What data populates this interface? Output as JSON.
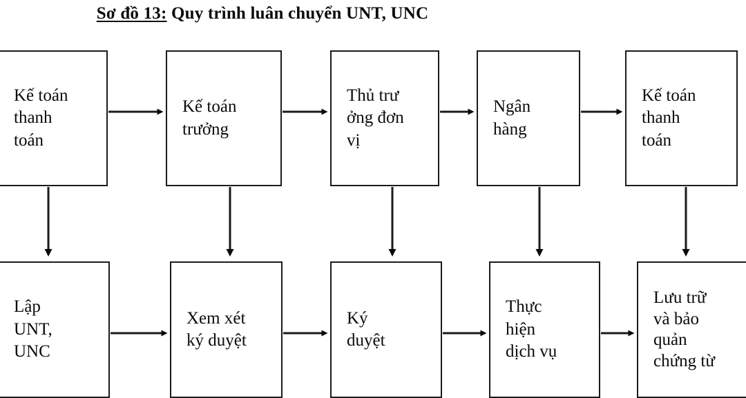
{
  "title": {
    "underlined_part": "Sơ đồ 13:",
    "rest": " Quy trình luân chuyển UNT, UNC",
    "full": "Sơ đồ 13: Quy trình luân chuyển UNT, UNC"
  },
  "colors": {
    "background": "#ffffff",
    "stroke": "#1a1a1a",
    "text": "#0b0b0b"
  },
  "diagram": {
    "type": "flowchart",
    "rows": 2,
    "top_row": [
      {
        "id": "ke-toan-thanh-toan-1",
        "label": "Kế toán\nthanh\ntoán"
      },
      {
        "id": "ke-toan-truong",
        "label": "Kế toán\ntrưởng"
      },
      {
        "id": "thu-truong-don-vi",
        "label": "Thủ trư\nởng đơn\nvị"
      },
      {
        "id": "ngan-hang",
        "label": "Ngân\nhàng"
      },
      {
        "id": "ke-toan-thanh-toan-2",
        "label": "Kế toán\nthanh\ntoán"
      }
    ],
    "bottom_row": [
      {
        "id": "lap-unt-unc",
        "label": "Lập\nUNT,\nUNC"
      },
      {
        "id": "xem-xet-ky-duyet",
        "label": "Xem xét\nký duyệt"
      },
      {
        "id": "ky-duyet",
        "label": "Ký\nduyệt"
      },
      {
        "id": "thuc-hien-dich-vu",
        "label": "Thực\nhiện\ndịch vụ"
      },
      {
        "id": "luu-tru-bao-quan",
        "label": "Lưu trữ\nvà bảo\nquản\nchứng từ"
      }
    ],
    "connections": [
      {
        "from": "ke-toan-thanh-toan-1",
        "to": "ke-toan-truong",
        "direction": "right"
      },
      {
        "from": "ke-toan-truong",
        "to": "thu-truong-don-vi",
        "direction": "right"
      },
      {
        "from": "thu-truong-don-vi",
        "to": "ngan-hang",
        "direction": "right"
      },
      {
        "from": "ngan-hang",
        "to": "ke-toan-thanh-toan-2",
        "direction": "right"
      },
      {
        "from": "ke-toan-thanh-toan-1",
        "to": "lap-unt-unc",
        "direction": "down"
      },
      {
        "from": "ke-toan-truong",
        "to": "xem-xet-ky-duyet",
        "direction": "down"
      },
      {
        "from": "thu-truong-don-vi",
        "to": "ky-duyet",
        "direction": "down"
      },
      {
        "from": "ngan-hang",
        "to": "thuc-hien-dich-vu",
        "direction": "down"
      },
      {
        "from": "ke-toan-thanh-toan-2",
        "to": "luu-tru-bao-quan",
        "direction": "down"
      },
      {
        "from": "lap-unt-unc",
        "to": "xem-xet-ky-duyet",
        "direction": "right"
      },
      {
        "from": "xem-xet-ky-duyet",
        "to": "ky-duyet",
        "direction": "right"
      },
      {
        "from": "ky-duyet",
        "to": "thuc-hien-dich-vu",
        "direction": "right"
      },
      {
        "from": "thuc-hien-dich-vu",
        "to": "luu-tru-bao-quan",
        "direction": "right"
      }
    ]
  }
}
